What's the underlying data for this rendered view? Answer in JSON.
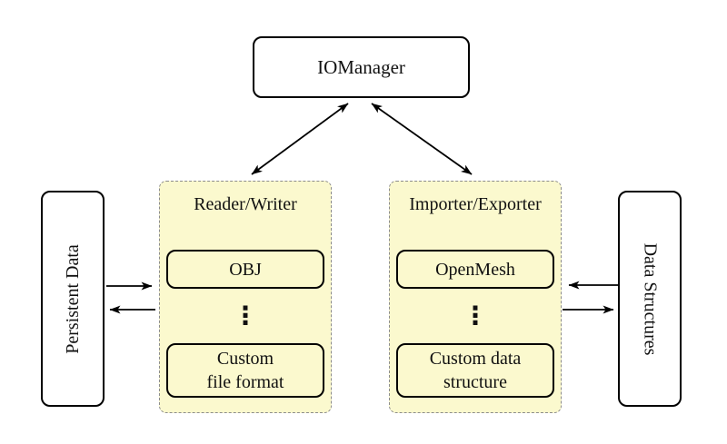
{
  "colors": {
    "panel-fill": "#FBF9CE",
    "panel-border": "#8C8C8C",
    "line": "#000000",
    "node-fill": "#FFFFFF"
  },
  "nodes": {
    "iomanager": {
      "label": "IOManager"
    },
    "persistent_data": {
      "label": "Persistent Data"
    },
    "data_structures": {
      "label": "Data Structures"
    }
  },
  "panels": {
    "reader_writer": {
      "title": "Reader/Writer",
      "items": [
        "OBJ",
        "Custom\nfile format"
      ],
      "ellipsis": "⋮"
    },
    "importer_exporter": {
      "title": "Importer/Exporter",
      "items": [
        "OpenMesh",
        "Custom data\nstructure"
      ],
      "ellipsis": "⋮"
    }
  }
}
